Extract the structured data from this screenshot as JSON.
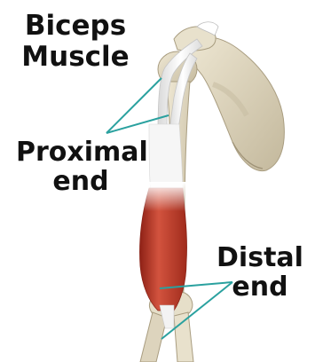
{
  "diagram": {
    "title_line1": "Biceps",
    "title_line2": "Muscle",
    "proximal_label_line1": "Proximal",
    "proximal_label_line2": "end",
    "distal_label_line1": "Distal",
    "distal_label_line2": "end"
  },
  "colors": {
    "bone": "#ddd4bd",
    "bone_shadow": "#b9ae93",
    "muscle": "#c2402e",
    "tendon": "#f4f4f4",
    "pointer_line": "#2aa19f",
    "text": "#111111"
  }
}
